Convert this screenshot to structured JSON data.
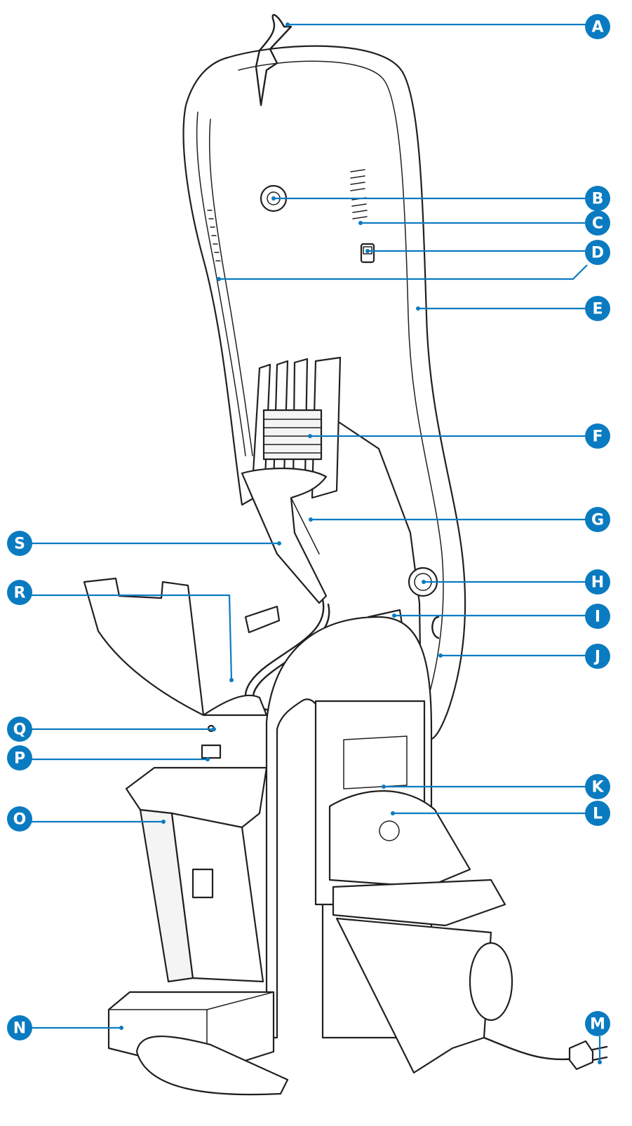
{
  "colors": {
    "callout": "#0a7bc1",
    "line": "#231f20",
    "background": "#ffffff"
  },
  "callouts": [
    {
      "id": "callout-a",
      "letter": "A"
    },
    {
      "id": "callout-b",
      "letter": "B"
    },
    {
      "id": "callout-c",
      "letter": "C"
    },
    {
      "id": "callout-d",
      "letter": "D"
    },
    {
      "id": "callout-e",
      "letter": "E"
    },
    {
      "id": "callout-f",
      "letter": "F"
    },
    {
      "id": "callout-g",
      "letter": "G"
    },
    {
      "id": "callout-h",
      "letter": "H"
    },
    {
      "id": "callout-i",
      "letter": "I"
    },
    {
      "id": "callout-j",
      "letter": "J"
    },
    {
      "id": "callout-k",
      "letter": "K"
    },
    {
      "id": "callout-l",
      "letter": "L"
    },
    {
      "id": "callout-m",
      "letter": "M"
    },
    {
      "id": "callout-n",
      "letter": "N"
    },
    {
      "id": "callout-o",
      "letter": "O"
    },
    {
      "id": "callout-p",
      "letter": "P"
    },
    {
      "id": "callout-q",
      "letter": "Q"
    },
    {
      "id": "callout-r",
      "letter": "R"
    },
    {
      "id": "callout-s",
      "letter": "S"
    }
  ]
}
